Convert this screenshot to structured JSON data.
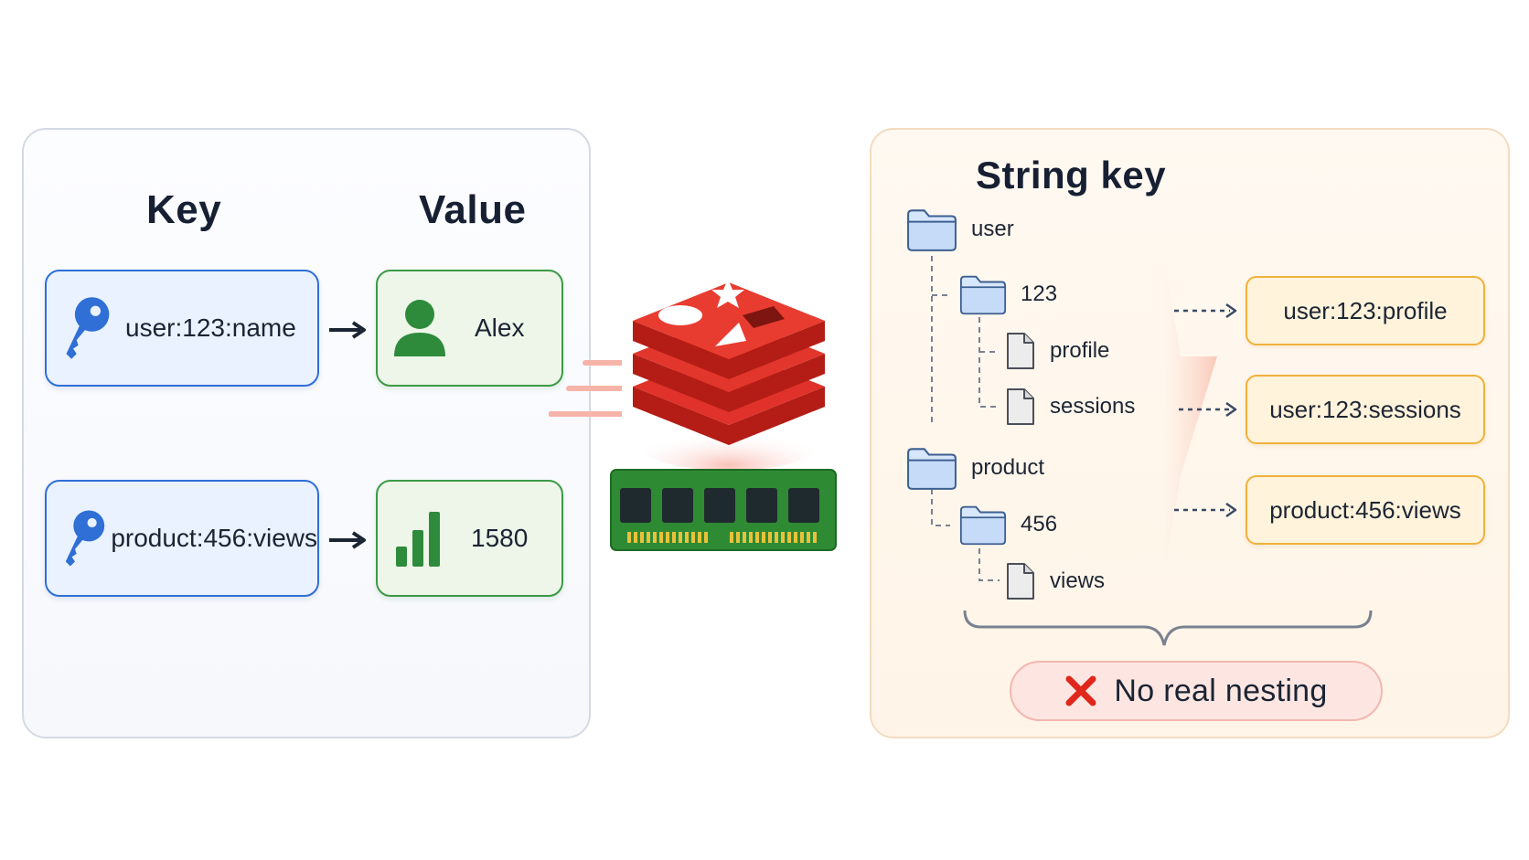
{
  "left_panel": {
    "key_header": "Key",
    "value_header": "Value",
    "rows": [
      {
        "key": "user:123:name",
        "value": "Alex",
        "value_icon": "user-icon"
      },
      {
        "key": "product:456:views",
        "value": "1580",
        "value_icon": "bar-chart-icon"
      }
    ],
    "key_icon": "key-icon"
  },
  "center": {
    "logo_icon": "redis-logo-icon",
    "memory_icon": "ram-module-icon"
  },
  "right_panel": {
    "title": "String key",
    "tree": {
      "user": "user",
      "user_id": "123",
      "profile": "profile",
      "sessions": "sessions",
      "product": "product",
      "product_id": "456",
      "views": "views"
    },
    "keys": [
      "user:123:profile",
      "user:123:sessions",
      "product:456:views"
    ],
    "note": "No real nesting",
    "note_icon": "x-mark-icon"
  },
  "colors": {
    "key_border": "#2f6fd6",
    "value_border": "#3c9a46",
    "target_border": "#efb23c",
    "redis_red": "#d92b20",
    "note_bg": "#fde6e2"
  }
}
